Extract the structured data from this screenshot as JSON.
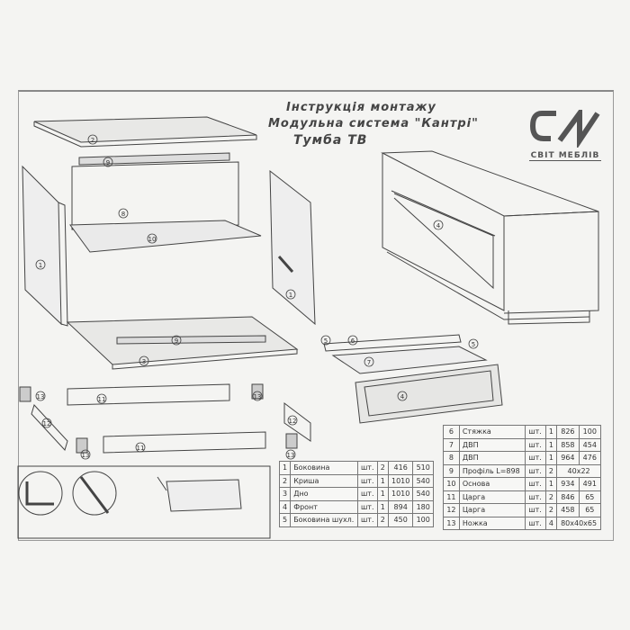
{
  "header": {
    "line1": "Інструкція монтажу",
    "line2": "Модульна система \"Кантрі\"",
    "line3": "Тумба ТВ"
  },
  "logo": {
    "text": "СВІТ МЕБЛІВ"
  },
  "callouts": [
    "2",
    "9",
    "8",
    "10",
    "1",
    "1",
    "9",
    "3",
    "4",
    "6",
    "7",
    "5",
    "5",
    "4",
    "11",
    "13",
    "13",
    "12",
    "11",
    "13",
    "12",
    "13"
  ],
  "parts_left": [
    {
      "no": "1",
      "name": "Боковина",
      "unit": "шт.",
      "qty": "2",
      "a": "416",
      "b": "510"
    },
    {
      "no": "2",
      "name": "Криша",
      "unit": "шт.",
      "qty": "1",
      "a": "1010",
      "b": "540"
    },
    {
      "no": "3",
      "name": "Дно",
      "unit": "шт.",
      "qty": "1",
      "a": "1010",
      "b": "540"
    },
    {
      "no": "4",
      "name": "Фронт",
      "unit": "шт.",
      "qty": "1",
      "a": "894",
      "b": "180"
    },
    {
      "no": "5",
      "name": "Боковина шухл.",
      "unit": "шт.",
      "qty": "2",
      "a": "450",
      "b": "100"
    }
  ],
  "parts_right": [
    {
      "no": "6",
      "name": "Стяжка",
      "unit": "шт.",
      "qty": "1",
      "a": "826",
      "b": "100"
    },
    {
      "no": "7",
      "name": "ДВП",
      "unit": "шт.",
      "qty": "1",
      "a": "858",
      "b": "454"
    },
    {
      "no": "8",
      "name": "ДВП",
      "unit": "шт.",
      "qty": "1",
      "a": "964",
      "b": "476"
    },
    {
      "no": "9",
      "name": "Профіль L=898",
      "unit": "шт.",
      "qty": "2",
      "dim": "40x22"
    },
    {
      "no": "10",
      "name": "Основа",
      "unit": "шт.",
      "qty": "1",
      "a": "934",
      "b": "491"
    },
    {
      "no": "11",
      "name": "Царга",
      "unit": "шт.",
      "qty": "2",
      "a": "846",
      "b": "65"
    },
    {
      "no": "12",
      "name": "Царга",
      "unit": "шт.",
      "qty": "2",
      "a": "458",
      "b": "65"
    },
    {
      "no": "13",
      "name": "Ножка",
      "unit": "шт.",
      "qty": "4",
      "dim": "80x40x65"
    }
  ]
}
